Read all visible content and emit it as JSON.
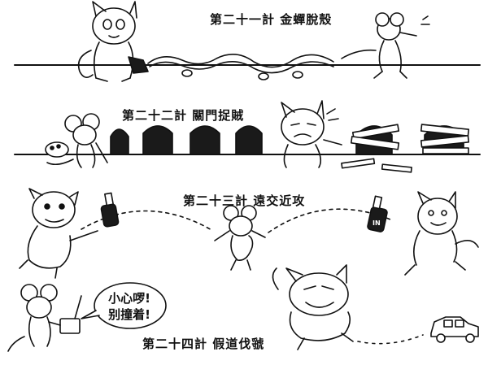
{
  "panels": [
    {
      "title": "第二十一計 金蟬脫殼"
    },
    {
      "title": "第二十二計 關門捉賊"
    },
    {
      "title": "第二十三計 遠交近攻"
    },
    {
      "title": "第二十四計 假道伐虢"
    }
  ],
  "speech_bubble": {
    "line1": "小心啰!",
    "line2": "别撞着!"
  },
  "bottle_label": "IN",
  "colors": {
    "ink": "#111111",
    "paper": "#ffffff",
    "dark_fill": "#1a1a1a"
  }
}
